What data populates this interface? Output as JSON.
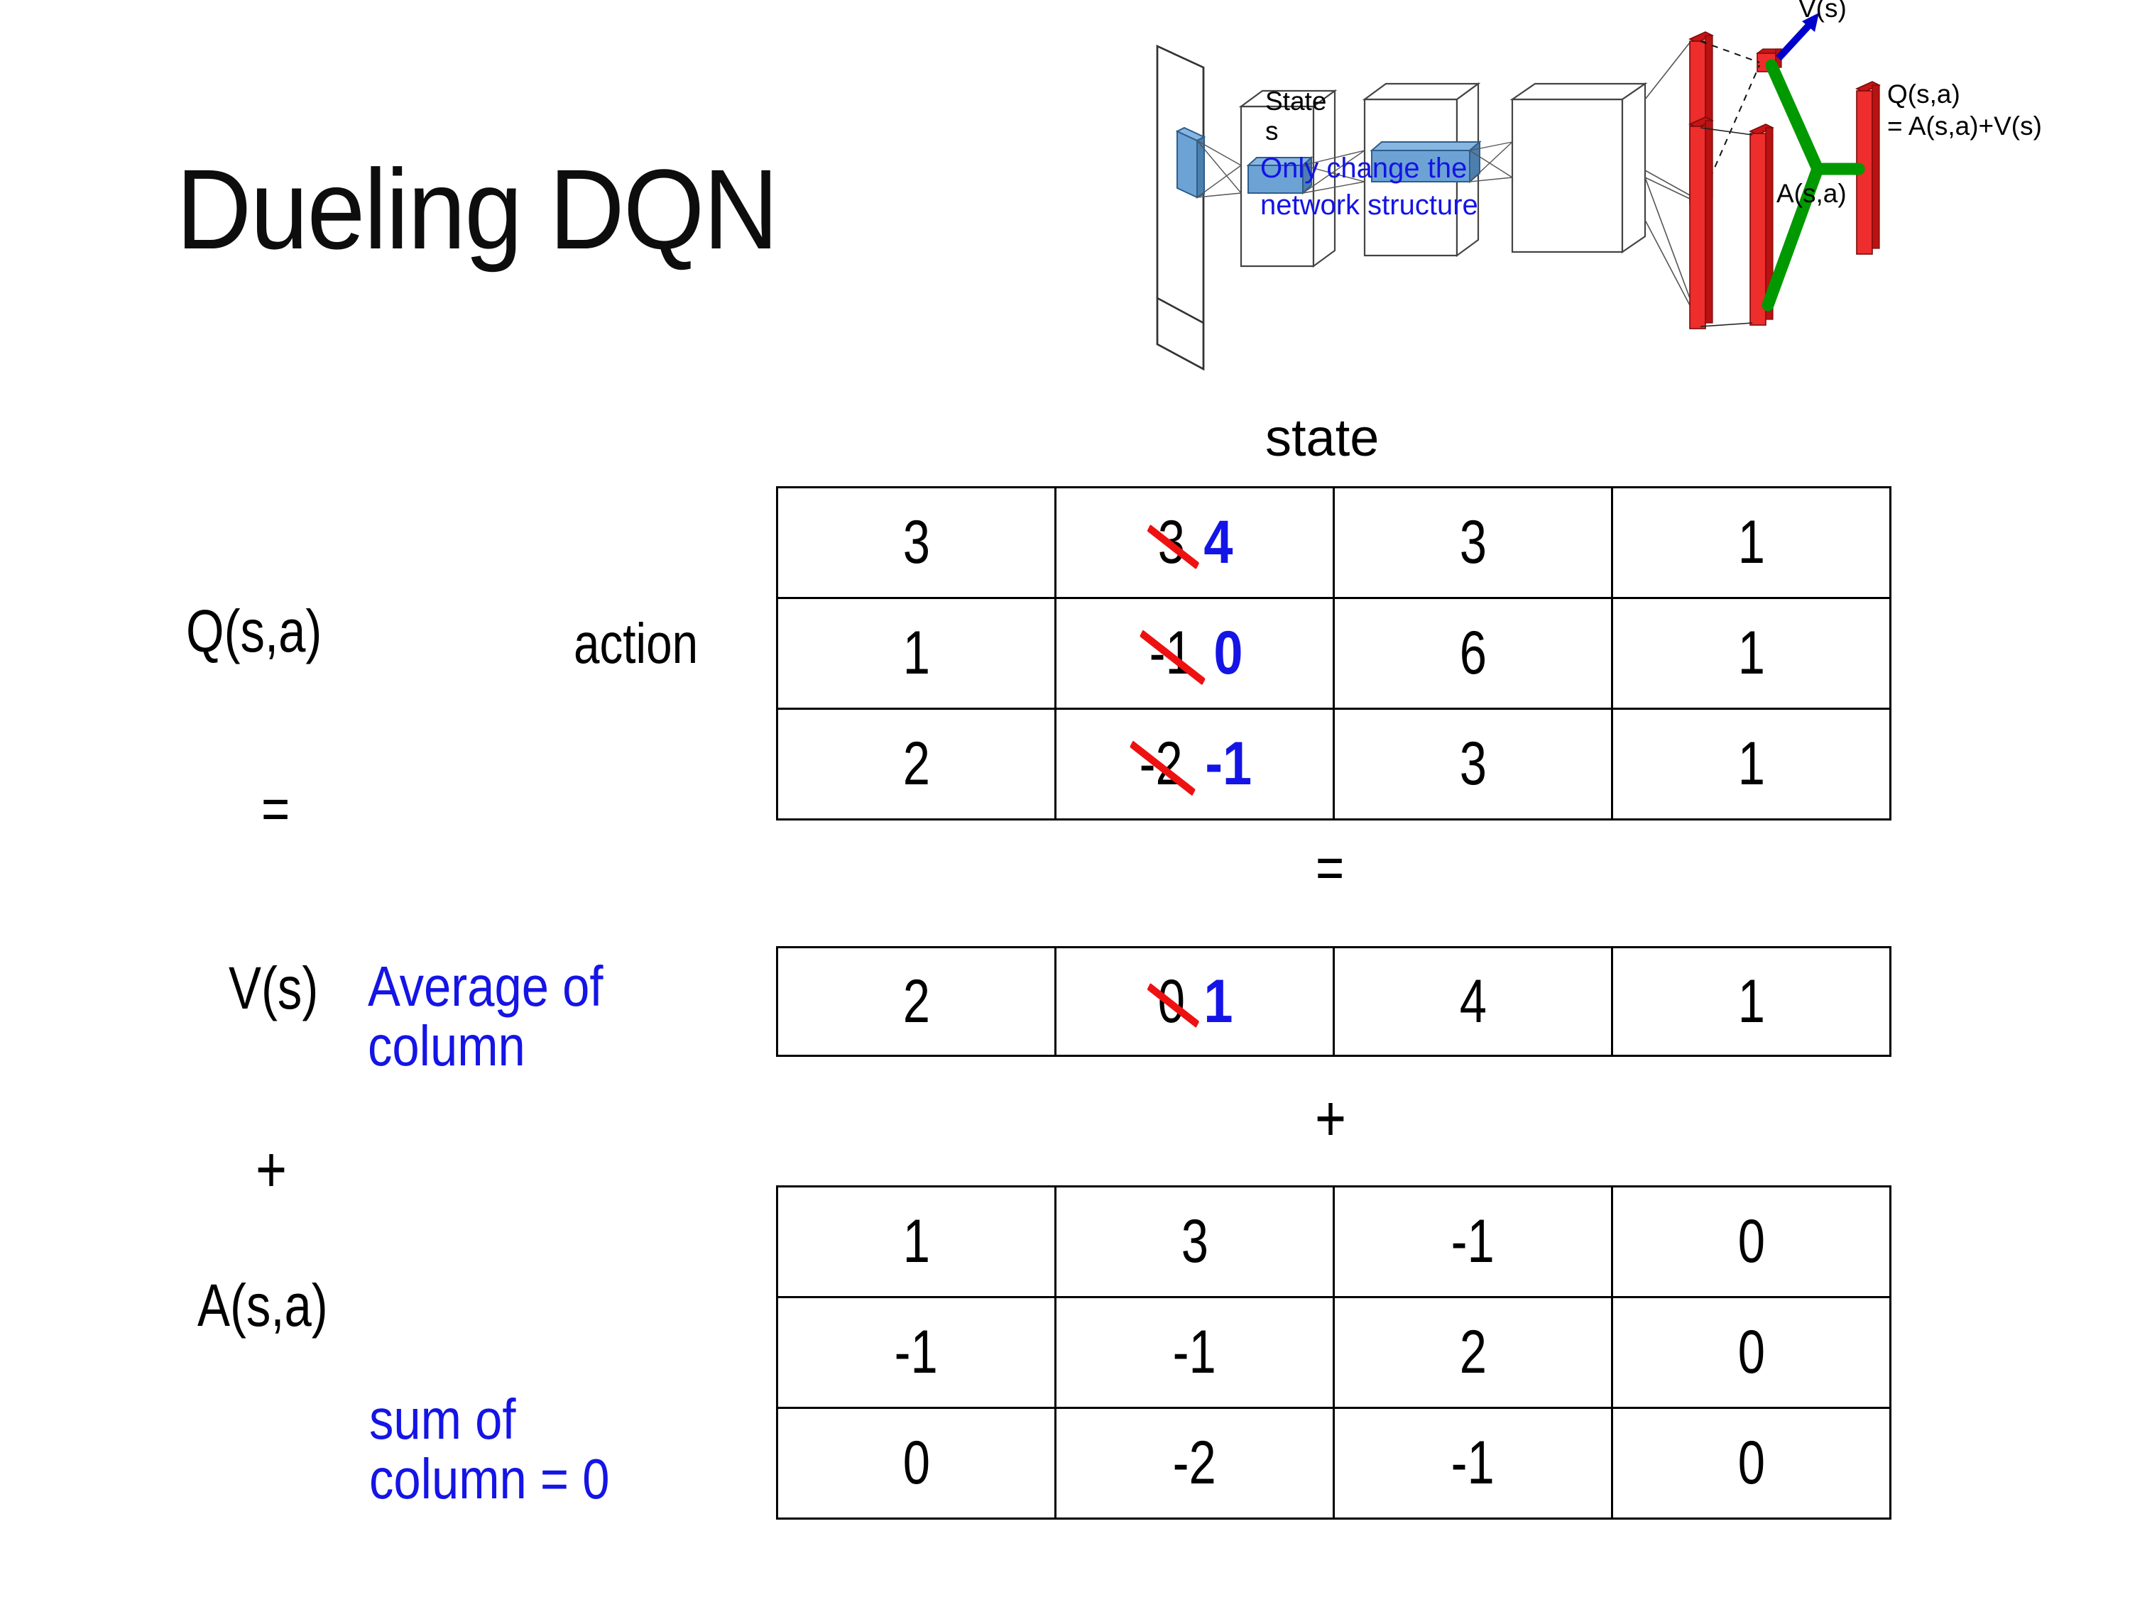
{
  "slide": {
    "title": "Dueling DQN"
  },
  "diagram": {
    "state_label_line1": "State",
    "state_label_line2": "s",
    "note": "Only change the network structure",
    "note_line1": "Only change the",
    "note_line2": "network structure",
    "v_label": "V(s)",
    "a_label": "A(s,a)",
    "q_label_line1": "Q(s,a)",
    "q_label_line2": "= A(s,a)+V(s)",
    "colors": {
      "blue_text": "#1414e6",
      "blue_arrow": "#0000cc",
      "red_bar": "#ee2222",
      "green_link": "#009900",
      "blue_block": "#6699cc"
    }
  },
  "labels": {
    "state": "state",
    "action": "action",
    "q_matrix": "Q(s,a)",
    "v_vector": "V(s)",
    "a_matrix": "A(s,a)",
    "equals_1": "=",
    "equals_2": "=",
    "plus_1": "+",
    "plus_2": "+",
    "note_average": "Average of column",
    "note_sum": "sum of column = 0"
  },
  "colors": {
    "annotation_blue": "#1414e6",
    "strike_red": "#ee1111",
    "text_black": "#000000"
  },
  "chart_data": {
    "type": "table",
    "title": "Dueling DQN : Q(s,a) = V(s) + A(s,a)",
    "tables": [
      {
        "name": "q_matrix",
        "label": "Q(s,a)",
        "row_axis": "action",
        "col_axis": "state",
        "rows": 3,
        "cols": 4,
        "values": [
          [
            "3",
            "3",
            "3",
            "1"
          ],
          [
            "1",
            "-1",
            "6",
            "1"
          ],
          [
            "2",
            "-2",
            "3",
            "1"
          ]
        ],
        "edits": [
          {
            "row": 0,
            "col": 1,
            "old": "3",
            "new": "4",
            "struck": true
          },
          {
            "row": 1,
            "col": 1,
            "old": "-1",
            "new": "0",
            "struck": true
          },
          {
            "row": 2,
            "col": 1,
            "old": "-2",
            "new": "-1",
            "struck": true
          }
        ]
      },
      {
        "name": "v_vector",
        "label": "V(s)",
        "rows": 1,
        "cols": 4,
        "values": [
          [
            "2",
            "0",
            "4",
            "1"
          ]
        ],
        "edits": [
          {
            "row": 0,
            "col": 1,
            "old": "0",
            "new": "1",
            "struck": true
          }
        ]
      },
      {
        "name": "a_matrix",
        "label": "A(s,a)",
        "rows": 3,
        "cols": 4,
        "values": [
          [
            "1",
            "3",
            "-1",
            "0"
          ],
          [
            "-1",
            "-1",
            "2",
            "0"
          ],
          [
            "0",
            "-2",
            "-1",
            "0"
          ]
        ],
        "edits": []
      }
    ]
  }
}
